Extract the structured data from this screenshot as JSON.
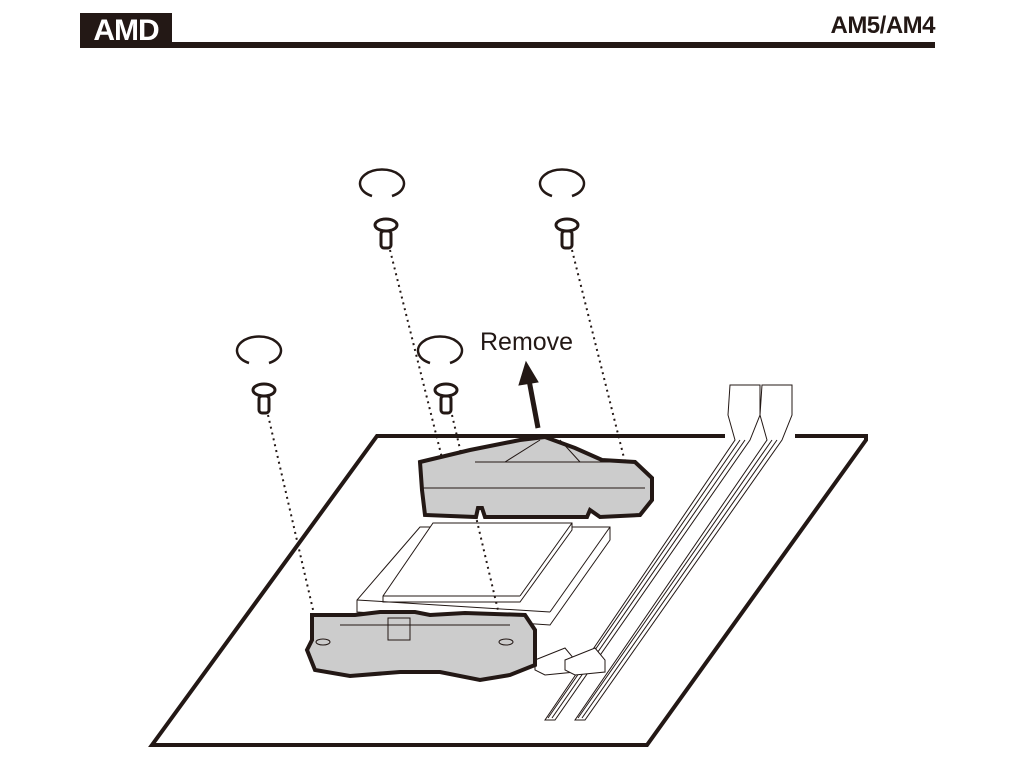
{
  "header": {
    "brand": "AMD",
    "socket_label": "AM5/AM4"
  },
  "diagram": {
    "instruction_label": "Remove",
    "bracket_fill": "#cccccc",
    "line_color": "#231815"
  }
}
